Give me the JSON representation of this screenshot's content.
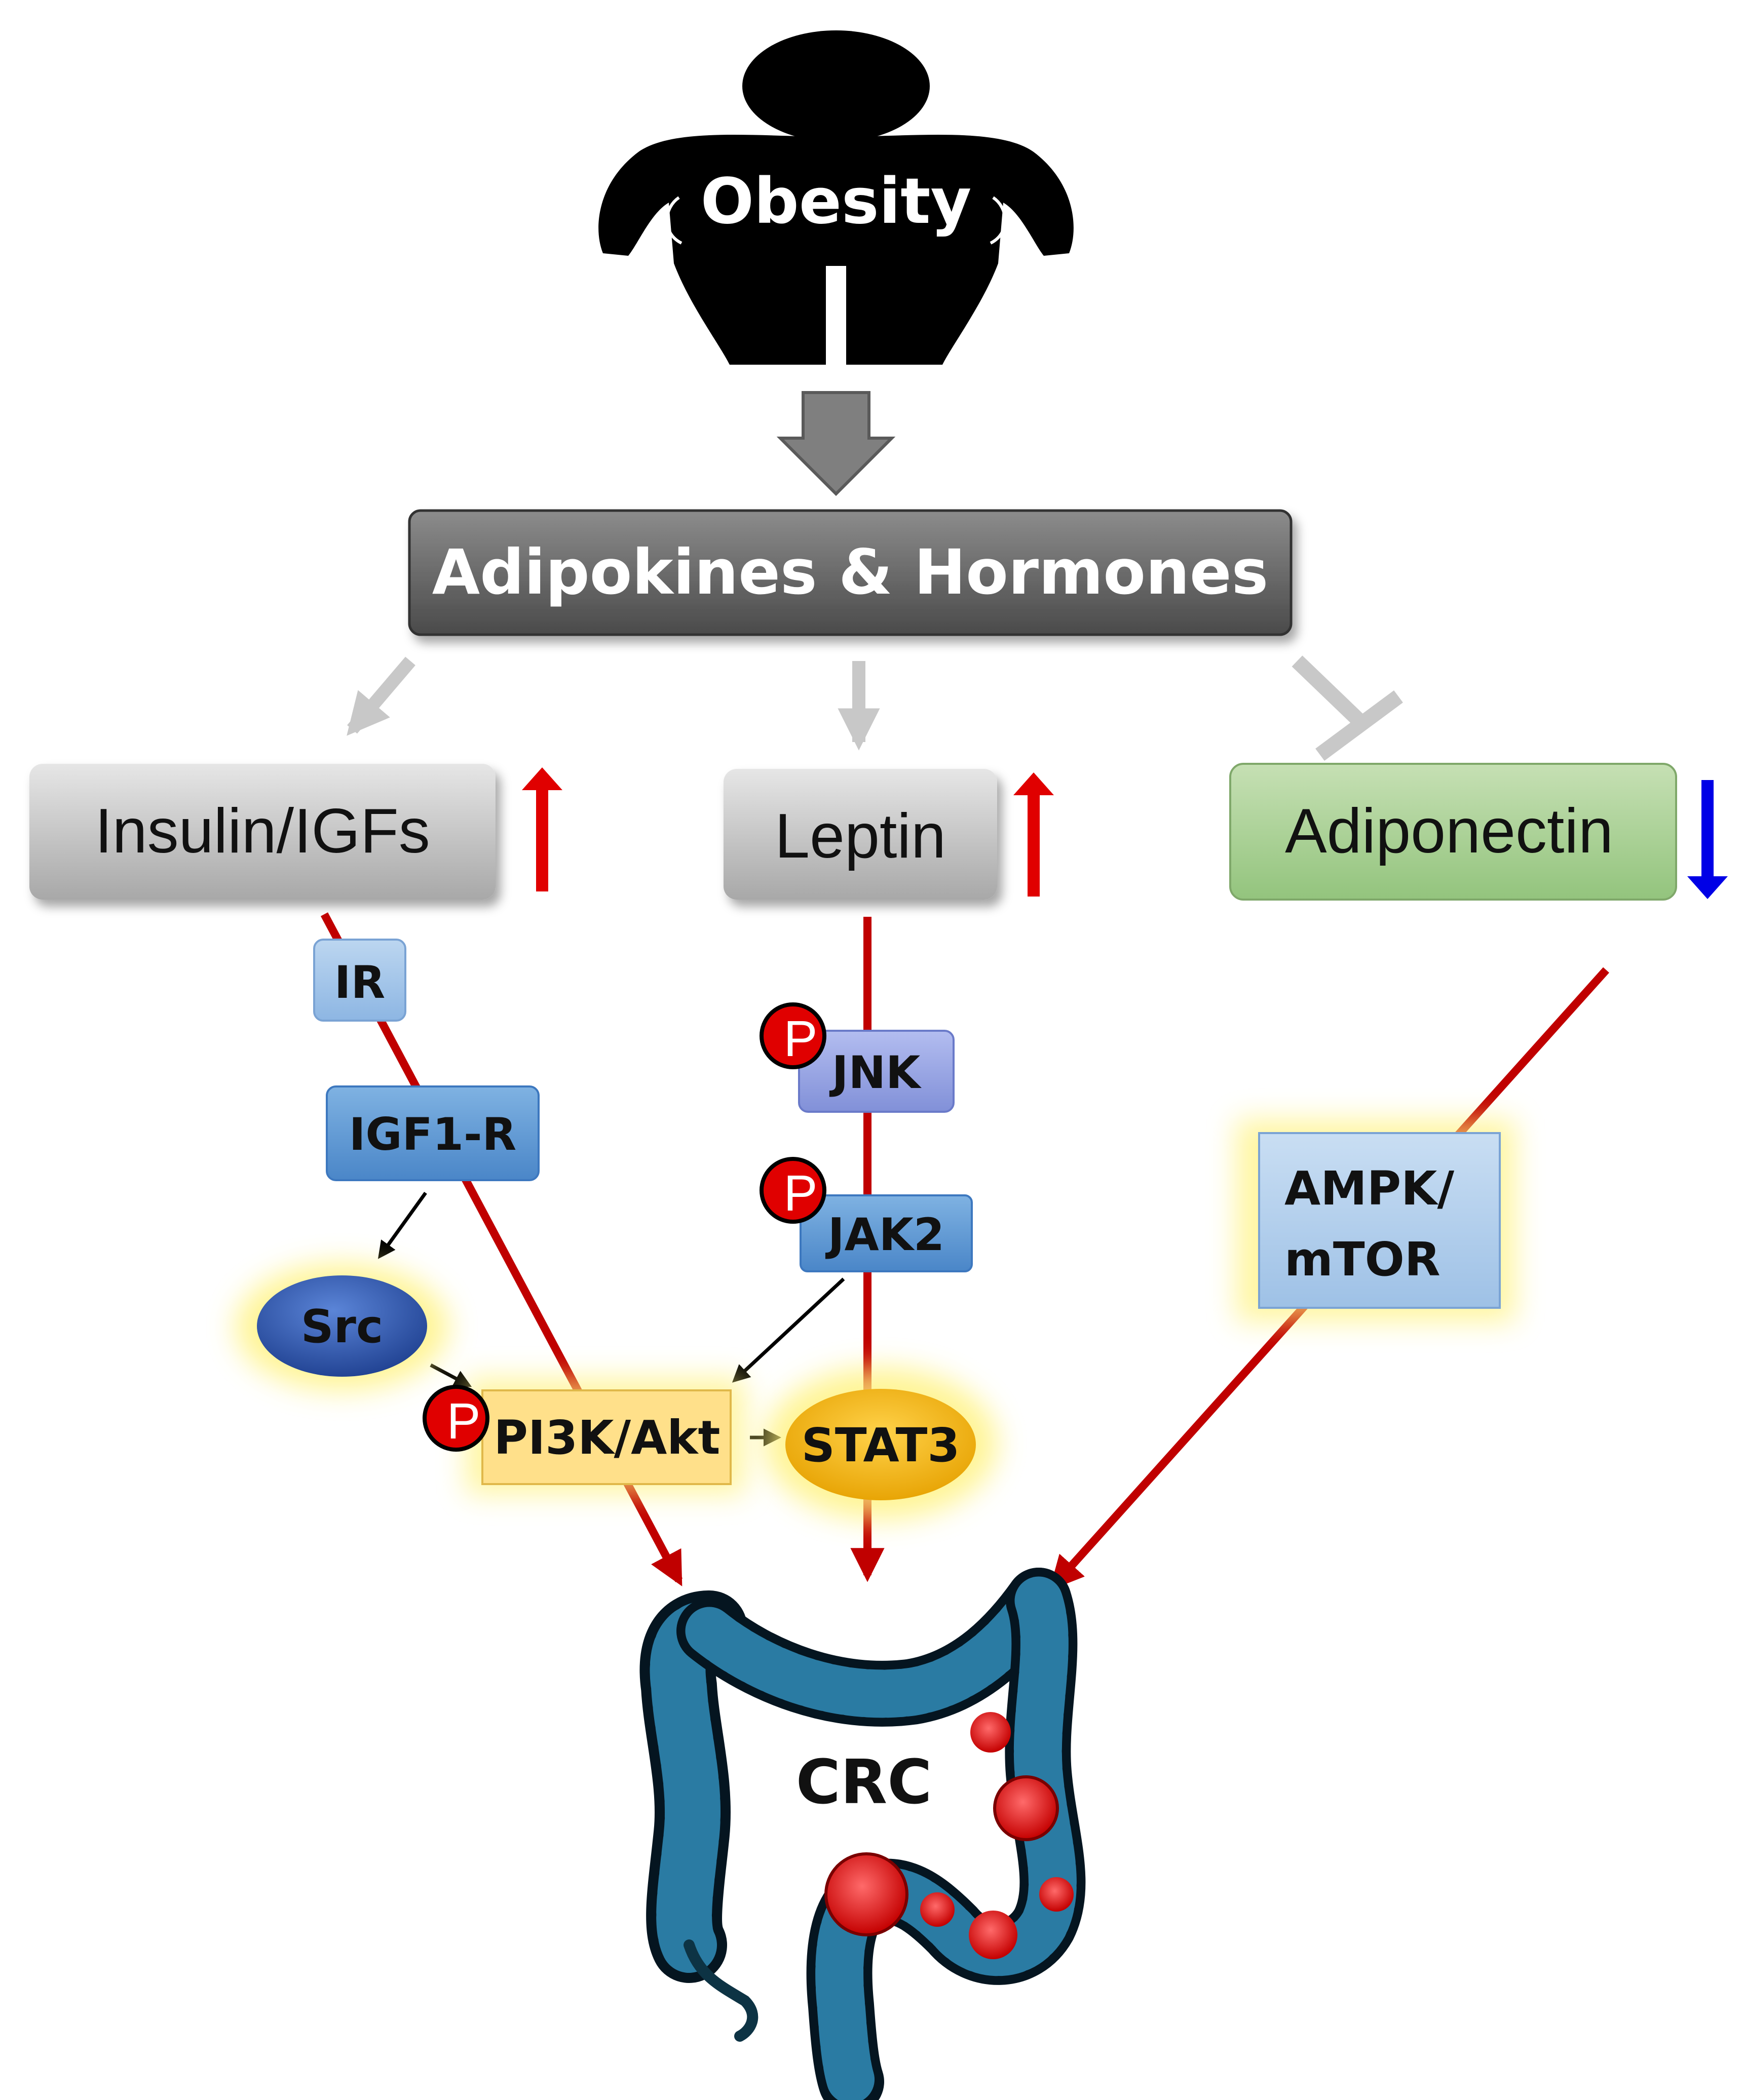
{
  "top": {
    "label": "Obesity"
  },
  "hub": {
    "label": "Adipokines & Hormones"
  },
  "columns": {
    "insulin": {
      "label": "Insulin/IGFs",
      "trend": "up",
      "trend_color": "#e00000"
    },
    "leptin": {
      "label": "Leptin",
      "trend": "up",
      "trend_color": "#e00000"
    },
    "adiponectin": {
      "label": "Adiponectin",
      "trend": "down",
      "trend_color": "#0000e6"
    }
  },
  "nodes": {
    "ir": "IR",
    "igf1r": "IGF1-R",
    "src": "Src",
    "pi3k": "PI3K/Akt",
    "jnk": "JNK",
    "jak2": "JAK2",
    "stat3": "STAT3",
    "ampk": "AMPK/\nmTOR",
    "crc": "CRC"
  },
  "phospho": "P",
  "colors": {
    "pathway_red": "#c00000",
    "hub_gray": "#6b6b6b",
    "adiponectin_green": "#a9d18e",
    "pi3k_yellow": "#ffe08a",
    "stat3_orange": "#f5b800",
    "src_blue": "#2f5fb8",
    "receptor_blue": "#5b9bd5",
    "phospho_red": "#e00000"
  }
}
